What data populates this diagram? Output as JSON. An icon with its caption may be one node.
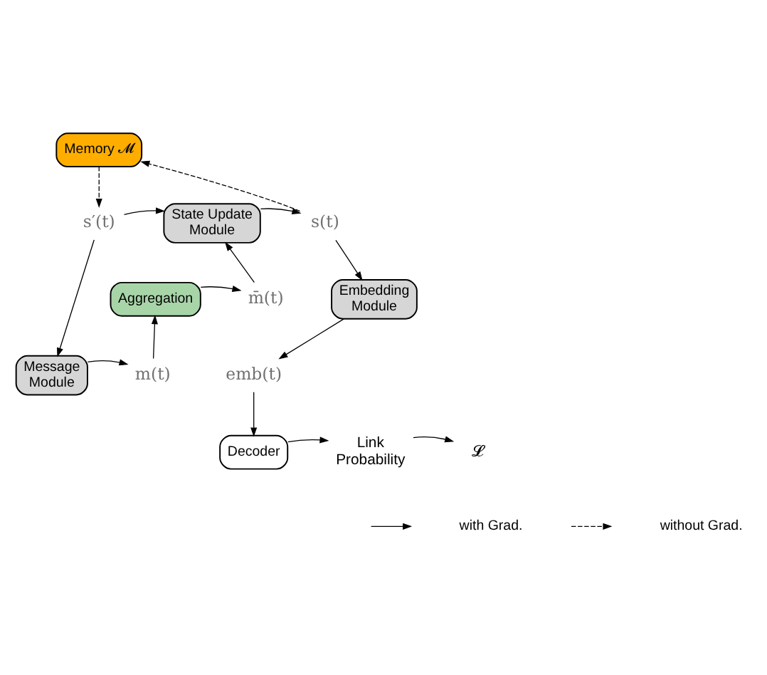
{
  "diagram": {
    "nodes": [
      {
        "text": [
          "Memory 𝓜"
        ]
      },
      {
        "text": [
          "s′(t)"
        ]
      },
      {
        "text": [
          "State Update Module"
        ]
      },
      {
        "text": [
          "s(t)"
        ]
      },
      {
        "text": [
          "Aggregation"
        ]
      },
      {
        "text": [
          "m̄(t)"
        ]
      },
      {
        "text": [
          "Embedding Module"
        ]
      },
      {
        "text": [
          "Message Module"
        ]
      },
      {
        "text": [
          "m(t)"
        ]
      },
      {
        "text": [
          "emb(t)"
        ]
      },
      {
        "text": [
          "Decoder"
        ]
      },
      {
        "text": [
          "Link Probability"
        ]
      },
      {
        "text": [
          "𝓛"
        ]
      }
    ],
    "edges": [
      {
        "from": 0,
        "to": 1,
        "arrow": "to",
        "style": "dashed"
      },
      {
        "from": 3,
        "to": 0,
        "arrow": "to",
        "style": "dashed"
      },
      {
        "from": 1,
        "to": 2,
        "arrow": "to"
      },
      {
        "from": 2,
        "to": 3,
        "arrow": "to"
      },
      {
        "from": 1,
        "to": 7,
        "arrow": "to"
      },
      {
        "from": 5,
        "to": 2,
        "arrow": "to"
      },
      {
        "from": 4,
        "to": 5,
        "arrow": "to"
      },
      {
        "from": 3,
        "to": 6,
        "arrow": "to"
      },
      {
        "from": 7,
        "to": 8,
        "arrow": "to"
      },
      {
        "from": 8,
        "to": 4,
        "arrow": "to"
      },
      {
        "from": 6,
        "to": 9,
        "arrow": "to"
      },
      {
        "from": 9,
        "to": 10,
        "arrow": "to"
      },
      {
        "from": 10,
        "to": 11,
        "arrow": "to"
      },
      {
        "from": 11,
        "to": 12,
        "arrow": "to"
      }
    ],
    "legend": [
      {
        "text": "with Grad."
      },
      {
        "text": "without Grad."
      }
    ]
  }
}
